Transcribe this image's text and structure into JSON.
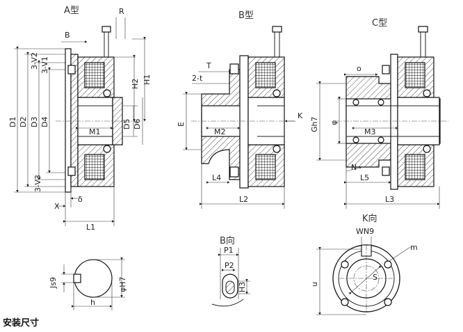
{
  "views": {
    "a": {
      "title": "A型",
      "dims": {
        "R": "R",
        "B": "B",
        "V2": "3-V2",
        "V1": "3-V1",
        "D1": "D1",
        "D2": "D2",
        "D3": "D3",
        "D4": "D4",
        "V3": "3-V3",
        "H2": "H2",
        "H1": "H1",
        "D5": "D5",
        "D6": "D6",
        "M1": "M1",
        "X": "X",
        "delta": "δ",
        "L1": "L1"
      }
    },
    "b": {
      "title": "B型",
      "dims": {
        "T": "T",
        "t": "2-t",
        "E": "E",
        "M2": "M2",
        "L4": "L4",
        "L2": "L2",
        "K": "K"
      }
    },
    "c": {
      "title": "C型",
      "dims": {
        "O": "o",
        "Gh7": "Gh7",
        "phi": "φ",
        "M3": "M3",
        "N": "N",
        "L5": "L5",
        "L3": "L3"
      }
    },
    "shaft": {
      "dims": {
        "Js9": "Js9",
        "H7": "φH7",
        "h": "h"
      }
    },
    "b_view": {
      "title": "B向",
      "dims": {
        "P1": "P1",
        "P2": "P2",
        "H3": "H3"
      }
    },
    "k_view": {
      "title": "K向",
      "dims": {
        "WN9": "WN9",
        "m": "m",
        "S": "S",
        "u": "u"
      }
    }
  },
  "caption": "安装尺寸"
}
